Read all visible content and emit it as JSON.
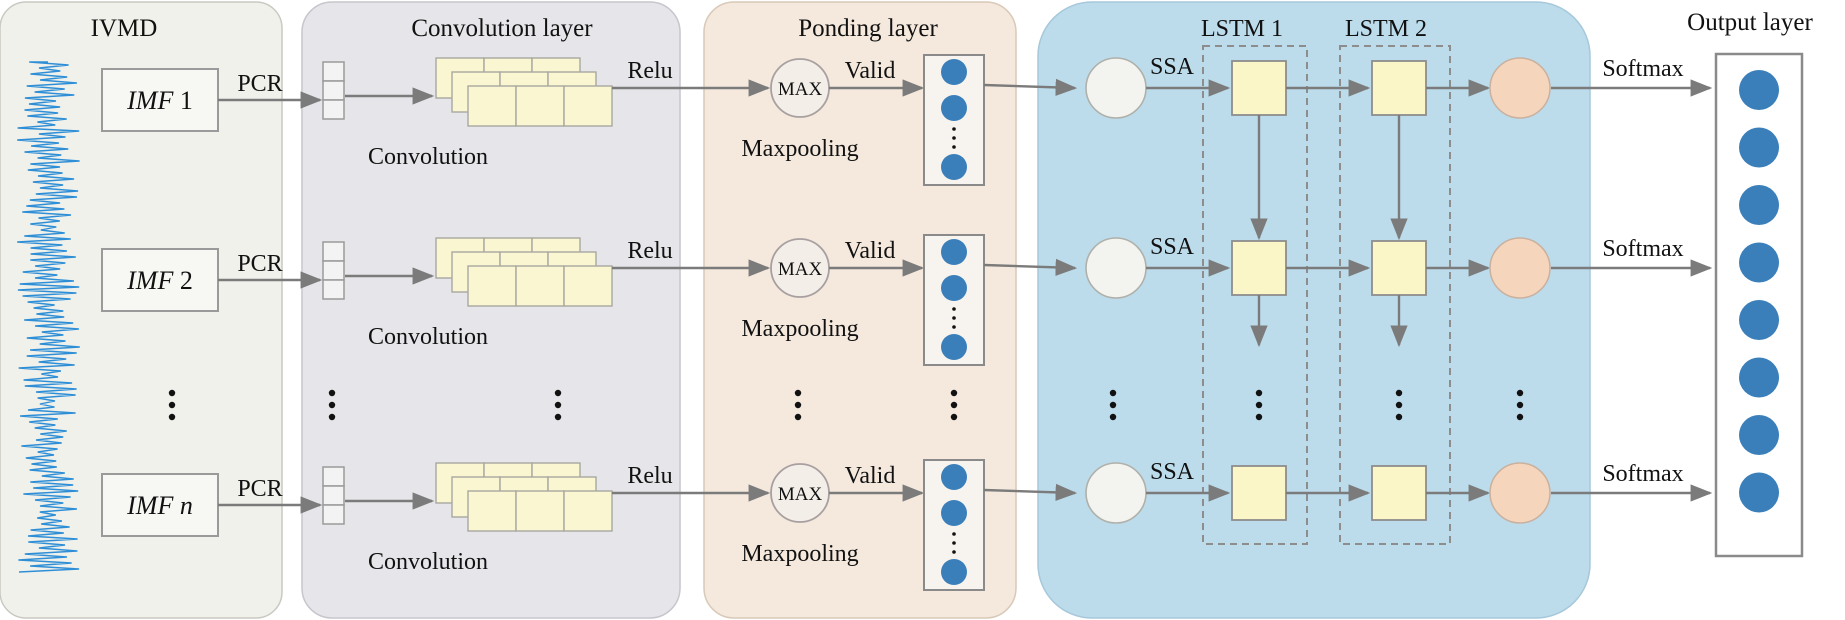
{
  "panels": {
    "ivmd": {
      "title": "IVMD",
      "fill": "#f1f1ec"
    },
    "conv": {
      "title": "Convolution layer",
      "fill": "#e6e6ea"
    },
    "pool": {
      "title": "Ponding layer",
      "fill": "#f5e9dd"
    },
    "lstm": {
      "fill": "#bcdcec"
    },
    "output": {
      "title": "Output layer"
    }
  },
  "imf": [
    {
      "italic": "IMF",
      "index": " 1"
    },
    {
      "italic": "IMF",
      "index": " 2"
    },
    {
      "italic": "IMF",
      "index": " n"
    }
  ],
  "labels": {
    "pcr": "PCR",
    "relu": "Relu",
    "max": "MAX",
    "valid": "Valid",
    "maxpooling": "Maxpooling",
    "convolution": "Convolution",
    "ssa": "SSA",
    "softmax": "Softmax",
    "lstm1": "LSTM 1",
    "lstm2": "LSTM 2"
  },
  "colors": {
    "signal": "#2f8fd6",
    "node_blue": "#3a7fba",
    "lstm_cell": "#fbf6c8",
    "feature_map": "#fbf6d2",
    "ssa_node": "#f3f3ef",
    "output_node": "#f6d5bd",
    "arrow": "#7b7b7b"
  },
  "output_nodes": 8
}
